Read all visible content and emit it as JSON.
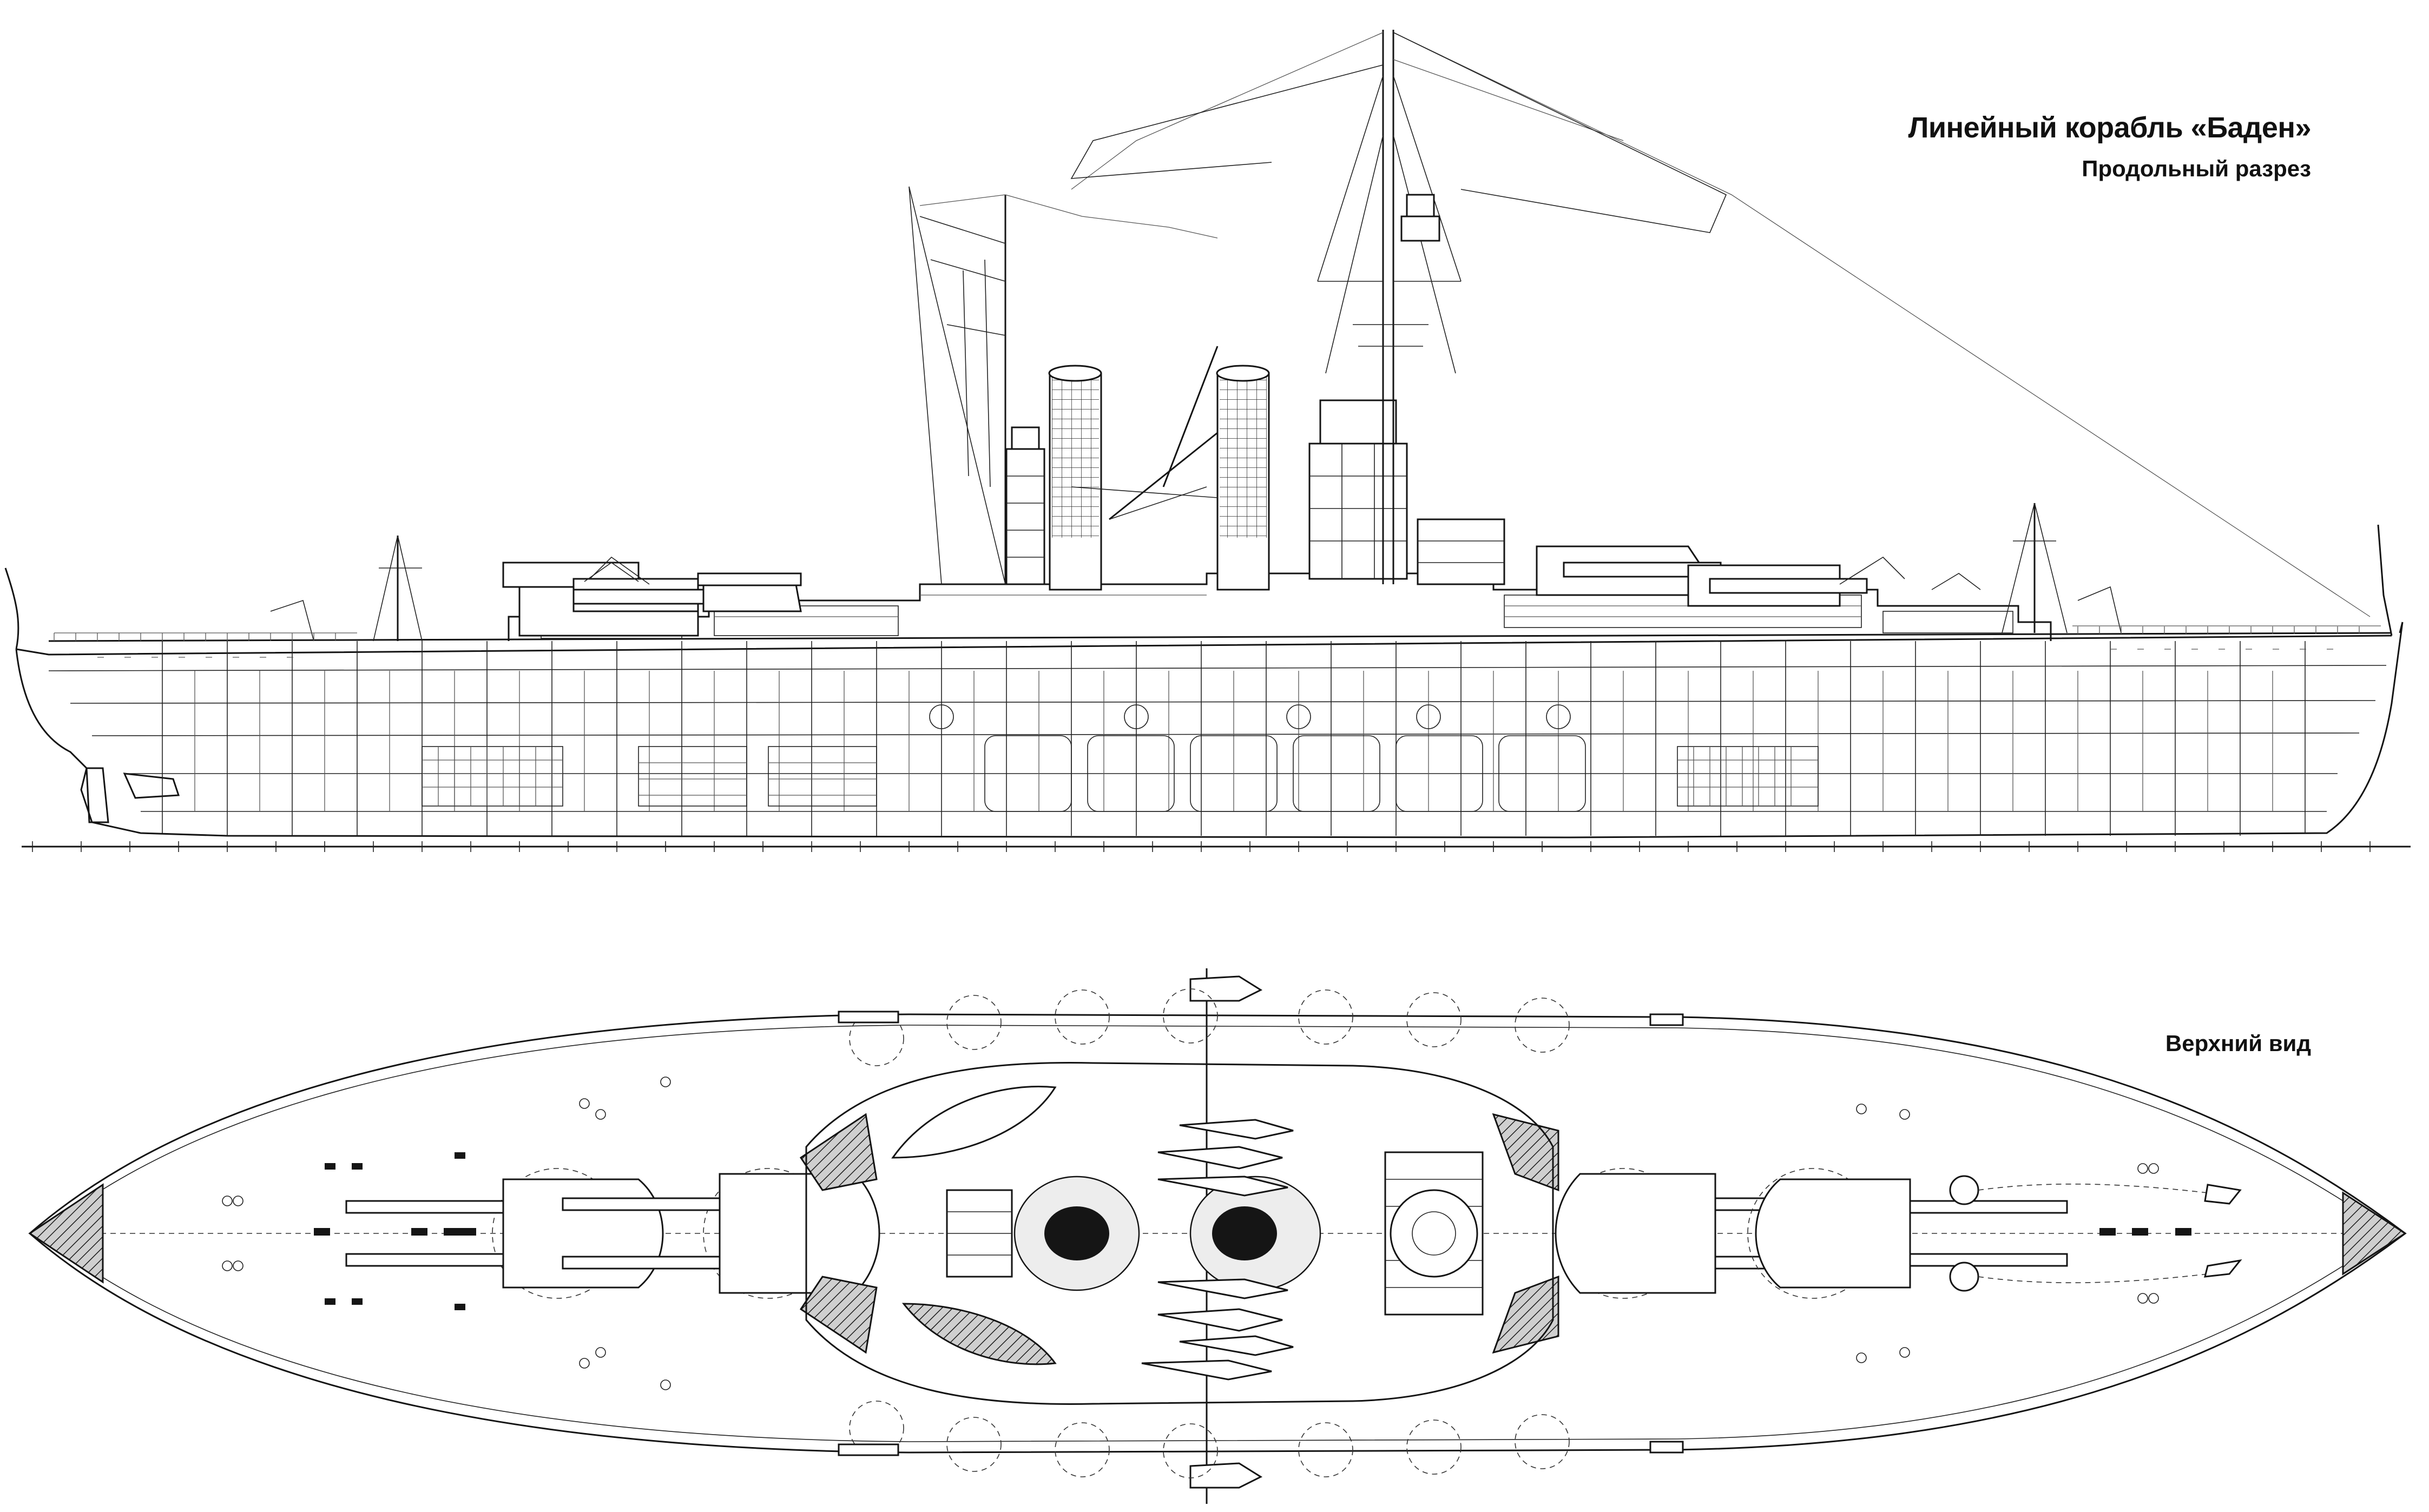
{
  "title": "Линейный корабль «Баден»",
  "subtitle": "Продольный разрез",
  "top_view_label": "Верхний вид",
  "colors": {
    "ink": "#141414",
    "paper": "#ffffff"
  }
}
